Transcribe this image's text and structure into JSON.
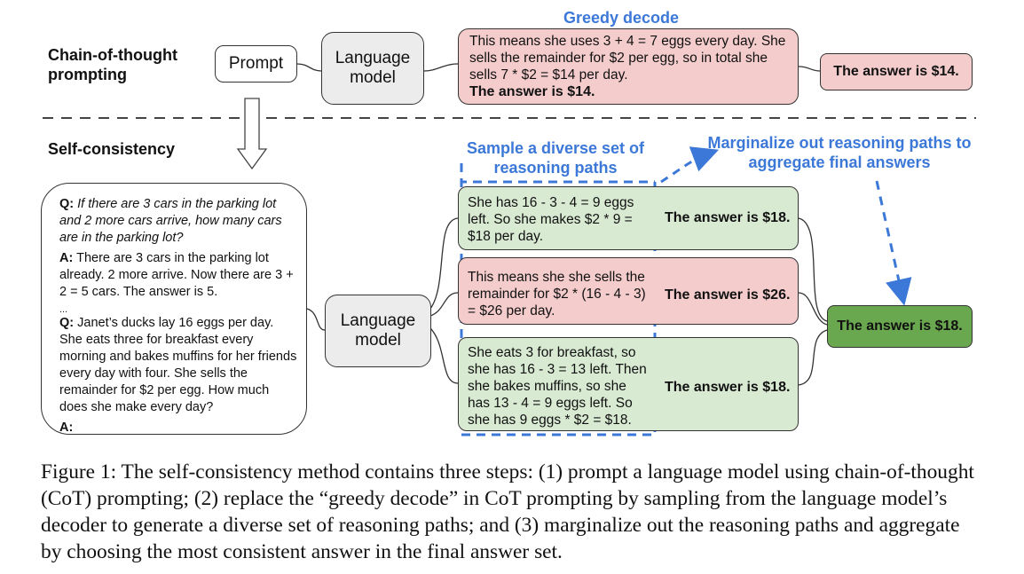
{
  "diagram": {
    "cot_label": "Chain-of-thought prompting",
    "sc_label": "Self-consistency",
    "prompt_label": "Prompt",
    "lm_label_top": "Language model",
    "lm_label_bottom": "Language model",
    "greedy_title": "Greedy decode",
    "greedy_text": "This means she uses 3 + 4 = 7 eggs every day. She sells the remainder for $2 per egg, so in total she sells 7 * $2 = $14 per day.",
    "greedy_answer_inline": "The answer is $14.",
    "greedy_answer": "The answer is $14.",
    "sample_label": "Sample a diverse set of reasoning paths",
    "marginalize_label": "Marginalize out reasoning paths to aggregate final answers",
    "prompt_qa": {
      "q1_prefix": "Q:",
      "q1": "If there are 3 cars in the parking lot and 2 more cars arrive, how many cars are in the parking lot?",
      "a1_prefix": "A:",
      "a1": "There are 3 cars in the parking lot already. 2 more arrive. Now there are 3 + 2 = 5 cars. The answer is 5.",
      "ellipsis": "...",
      "q2_prefix": "Q:",
      "q2": "Janet’s ducks lay 16 eggs per day. She eats three for breakfast every morning and bakes muffins for her friends every day with four. She sells the remainder for $2 per egg. How much does she make every day?",
      "a2_prefix": "A:"
    },
    "paths": [
      {
        "text": "She has 16 - 3 - 4 = 9 eggs left. So she makes $2 * 9 = $18 per day.",
        "answer": "The answer is $18.",
        "color": "#d9ead3"
      },
      {
        "text": "This means she she sells the remainder for $2 * (16 - 4 - 3) = $26 per day.",
        "answer": "The answer is $26.",
        "color": "#f4cccc"
      },
      {
        "text": "She eats 3 for breakfast, so she has 16 - 3 = 13 left. Then she bakes muffins, so she has 13 - 4 = 9 eggs left. So she has 9 eggs * $2 = $18.",
        "answer": "The answer is $18.",
        "color": "#d9ead3"
      }
    ],
    "final_answer": "The answer is $18.",
    "colors": {
      "accent_blue": "#3c78d8",
      "pink": "#f4cccc",
      "light_green": "#d9ead3",
      "dark_green": "#6aa84f",
      "lm_gray": "#ececec"
    }
  },
  "caption": "Figure 1: The self-consistency method contains three steps: (1) prompt a language model using chain-of-thought (CoT) prompting; (2) replace the “greedy decode” in CoT prompting by sampling from the language model’s decoder to generate a diverse set of reasoning paths; and (3) marginalize out the reasoning paths and aggregate by choosing the most consistent answer in the final answer set."
}
